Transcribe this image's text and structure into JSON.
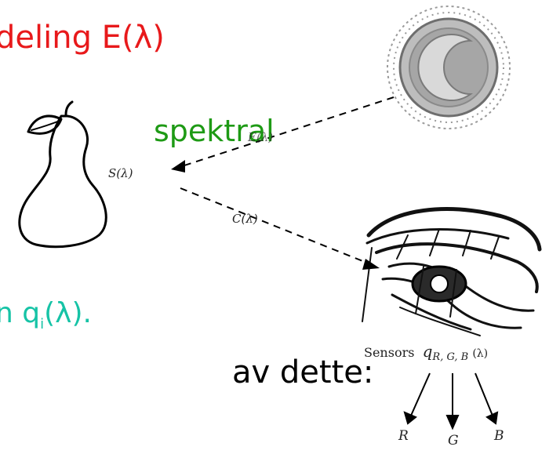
{
  "slide": {
    "heading_red": "deling E(λ)",
    "spectral_label": "spektral",
    "sensitivity_line": "n q",
    "sensitivity_sub": "i",
    "sensitivity_tail": "(λ).",
    "body_line": "av dette:"
  },
  "diagram": {
    "source_label": "E(λ)",
    "surface_label": "S(λ)",
    "reflect_label": "C(λ)",
    "sensors_word": "Sensors",
    "sensors_q": "q",
    "sensors_sub": "R, G, B",
    "sensors_lambda": "(λ)",
    "channels": [
      "R",
      "G",
      "B"
    ]
  },
  "colors": {
    "heading": "#e8191b",
    "spectral": "#1e9a15",
    "sensitivity": "#16c3a6",
    "text": "#000000"
  }
}
